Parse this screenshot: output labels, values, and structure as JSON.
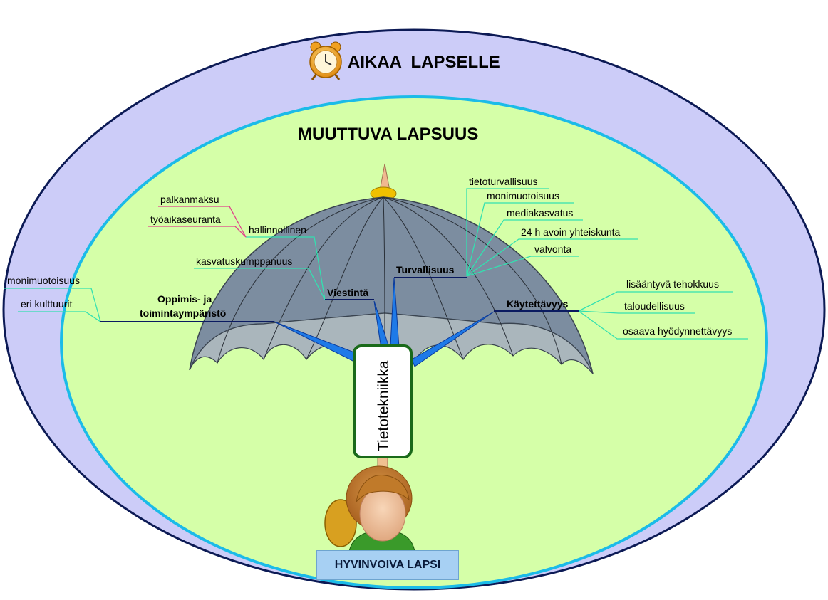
{
  "outer_title": "AIKAA  LAPSELLE",
  "inner_title": "MUUTTUVA LAPSUUS",
  "stem_label": "Tietotekniikka",
  "bottom_label": "HYVINVOIVA LAPSI",
  "branches": {
    "oppimis_line1": "Oppimis- ja",
    "oppimis_line2": "toimintaympäristö",
    "viestinta": "Viestintä",
    "turvallisuus": "Turvallisuus",
    "kaytettavyys": "Käytettävyys"
  },
  "leaves": {
    "monimuotoisuus_left": "monimuotoisuus",
    "eri_kulttuurit": "eri kulttuurit",
    "kasvatuskumppanuus": "kasvatuskumppanuus",
    "hallinnollinen": "hallinnollinen",
    "palkanmaksu": "palkanmaksu",
    "tyoaikaseuranta": "työaikaseuranta",
    "tietoturvallisuus": "tietoturvallisuus",
    "monimuotoisuus_right": "monimuotoisuus",
    "mediakasvatus": "mediakasvatus",
    "avoin_yhteiskunta": "24 h avoin yhteiskunta",
    "valvonta": "valvonta",
    "lisaantyva_tehokkuus": "lisääntyvä tehokkuus",
    "taloudellisuus": "taloudellisuus",
    "osaava_hyodynnettavyys": "osaava hyödynnettävyys"
  },
  "colors": {
    "outer_ellipse": "#ccccf8",
    "inner_ellipse": "#d5ffa8",
    "inner_border": "#1bbbe8",
    "umbrella": "#7c8da0",
    "connector_teal": "#33e0b0",
    "connector_pink": "#e0408a",
    "branch_line": "#0a1a60",
    "spokes": "#1e7ae8"
  },
  "icons": [
    "alarm-clock-icon",
    "child-figure-icon",
    "umbrella-icon"
  ]
}
